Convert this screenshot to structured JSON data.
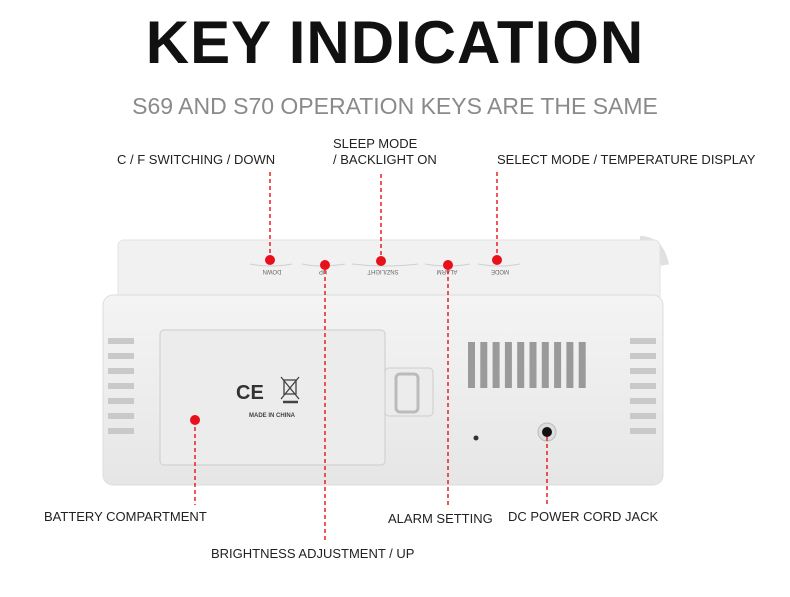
{
  "header": {
    "title": "KEY INDICATION",
    "subtitle": "S69 AND S70 OPERATION KEYS ARE THE SAME"
  },
  "callouts": {
    "cf": "C / F SWITCHING / DOWN",
    "sleep_line1": "SLEEP MODE",
    "sleep_line2": "/ BACKLIGHT ON",
    "mode": "SELECT MODE / TEMPERATURE DISPLAY",
    "battery": "BATTERY COMPARTMENT",
    "alarm": "ALARM SETTING",
    "dc": "DC POWER CORD JACK",
    "brightness": "BRIGHTNESS ADJUSTMENT / UP"
  },
  "device": {
    "keys": [
      "DOWN",
      "UP",
      "SNZ/LIGHT",
      "ALARM",
      "MODE"
    ],
    "marking": "MADE IN CHINA",
    "ce_mark": "CE"
  },
  "colors": {
    "accent": "#e8101a"
  }
}
